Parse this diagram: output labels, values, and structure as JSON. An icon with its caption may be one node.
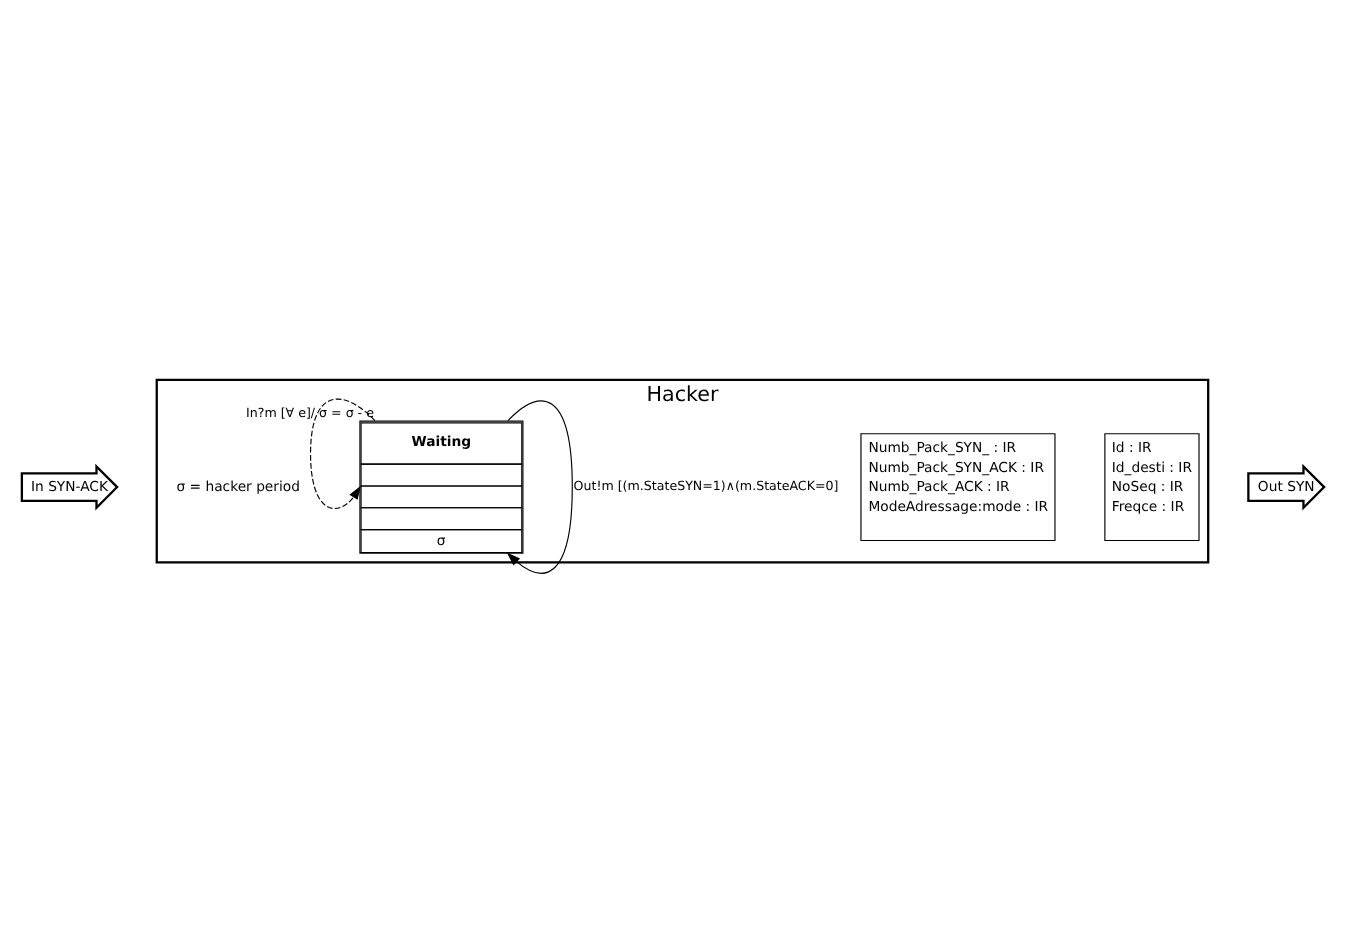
{
  "diagram": {
    "nodes": [
      {
        "text": [
          "Hacker"
        ]
      },
      {
        "text": [
          "In SYN-ACK"
        ]
      },
      {
        "text": [
          "Out SYN"
        ]
      },
      {
        "text": [
          "Id : IR",
          "Id_desti : IR",
          "NoSeq : IR",
          "Freqce : IR"
        ],
        "in": 0
      },
      {
        "text": [
          "Numb_Pack_SYN_ : IR",
          "Numb_Pack_SYN_ACK : IR",
          "Numb_Pack_ACK : IR",
          "ModeAdressage:mode : IR"
        ],
        "in": 0
      },
      {
        "text": [
          "Waiting",
          "σ"
        ],
        "in": 0
      }
    ],
    "edges": [
      {
        "from": 5,
        "to": 5,
        "arrow": "to",
        "style": "dashed",
        "label": "In?m [∀ e]/ σ = σ - e"
      },
      {
        "from": 5,
        "to": 5,
        "arrow": "to",
        "label": "Out!m [(m.StateSYN=1)∧(m.StateACK=0]"
      }
    ],
    "labels": [
      "σ = hacker period"
    ]
  }
}
